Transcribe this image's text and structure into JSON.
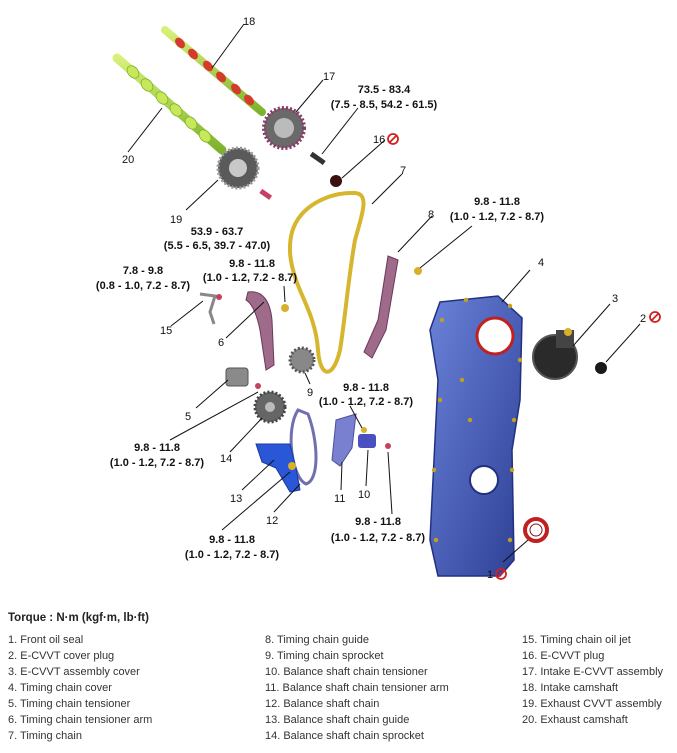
{
  "callouts": {
    "c1": "1",
    "c2": "2",
    "c3": "3",
    "c4": "4",
    "c5": "5",
    "c6": "6",
    "c7": "7",
    "c8": "8",
    "c9": "9",
    "c10": "10",
    "c11": "11",
    "c12": "12",
    "c13": "13",
    "c14": "14",
    "c15": "15",
    "c16": "16",
    "c17": "17",
    "c18": "18",
    "c19": "19",
    "c20": "20"
  },
  "torque_specs": {
    "t17_a": "73.5 - 83.4",
    "t17_b": "(7.5 - 8.5, 54.2 - 61.5)",
    "t19_a": "53.9 - 63.7",
    "t19_b": "(5.5 - 6.5, 39.7 - 47.0)",
    "t8_a": "9.8 - 11.8",
    "t8_b": "(1.0 - 1.2, 7.2 - 8.7)",
    "t15_a": "7.8 - 9.8",
    "t15_b": "(0.8 - 1.0, 7.2 - 8.7)",
    "t6_a": "9.8 - 11.8",
    "t6_b": "(1.0 - 1.2, 7.2 - 8.7)",
    "t9_a": "9.8 - 11.8",
    "t9_b": "(1.0 - 1.2, 7.2 - 8.7)",
    "t14_a": "9.8 - 11.8",
    "t14_b": "(1.0 - 1.2, 7.2 - 8.7)",
    "t12_a": "9.8 - 11.8",
    "t12_b": "(1.0 - 1.2, 7.2 - 8.7)",
    "t10_a": "9.8 - 11.8",
    "t10_b": "(1.0 - 1.2, 7.2 - 8.7)"
  },
  "legend": {
    "torque_header": "Torque : N·m (kgf·m, lb·ft)",
    "col1": [
      "1. Front oil seal",
      "2. E-CVVT cover plug",
      "3. E-CVVT assembly cover",
      "4. Timing chain cover",
      "5. Timing chain tensioner",
      "6. Timing chain tensioner arm",
      "7. Timing chain"
    ],
    "col2": [
      "8. Timing chain guide",
      "9. Timing chain sprocket",
      "10. Balance shaft chain tensioner",
      "11. Balance shaft chain tensioner arm",
      "12. Balance shaft chain",
      "13. Balance shaft chain guide",
      "14. Balance shaft chain sprocket"
    ],
    "col3": [
      "15. Timing chain oil jet",
      "16. E-CVVT plug",
      "17. Intake E-CVVT assembly",
      "18. Intake camshaft",
      "19. Exhaust CVVT assembly",
      "20. Exhaust camshaft"
    ]
  },
  "colors": {
    "cover": "#3f57b8",
    "chain": "#d6b62e",
    "guide": "#a06a8a",
    "camshaft": "#9bcf3c",
    "lobe": "#d53b2a",
    "no_reuse": "#d32020"
  },
  "icons": [
    "no-reuse-icon"
  ]
}
